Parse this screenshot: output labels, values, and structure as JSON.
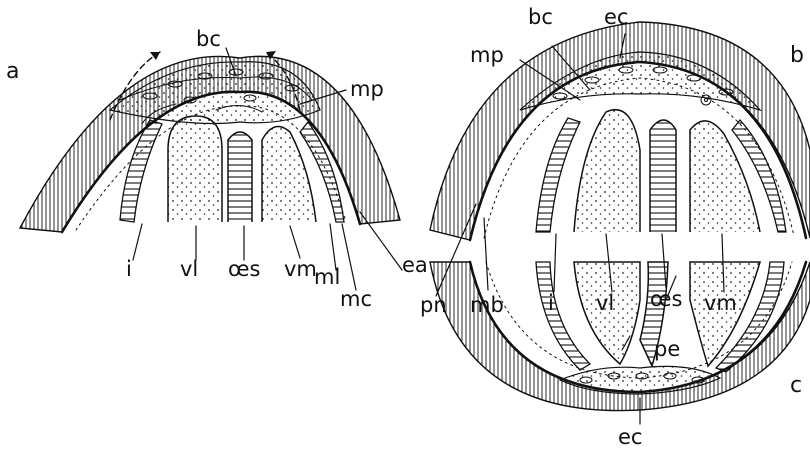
{
  "panels": {
    "a": "a",
    "b": "b",
    "c": "c"
  },
  "labels_a": {
    "bc": "bc",
    "mp": "mp",
    "i": "i",
    "vl": "vl",
    "oes": "œs",
    "vm": "vm",
    "ml": "ml",
    "mc": "mc",
    "ea": "ea"
  },
  "labels_b": {
    "bc": "bc",
    "ec": "ec",
    "mp": "mp",
    "pn": "pn",
    "mb": "mb",
    "i": "i",
    "vl": "vl",
    "oes": "œs",
    "vm": "vm",
    "pe": "pe"
  },
  "labels_c": {
    "ec": "ec"
  }
}
